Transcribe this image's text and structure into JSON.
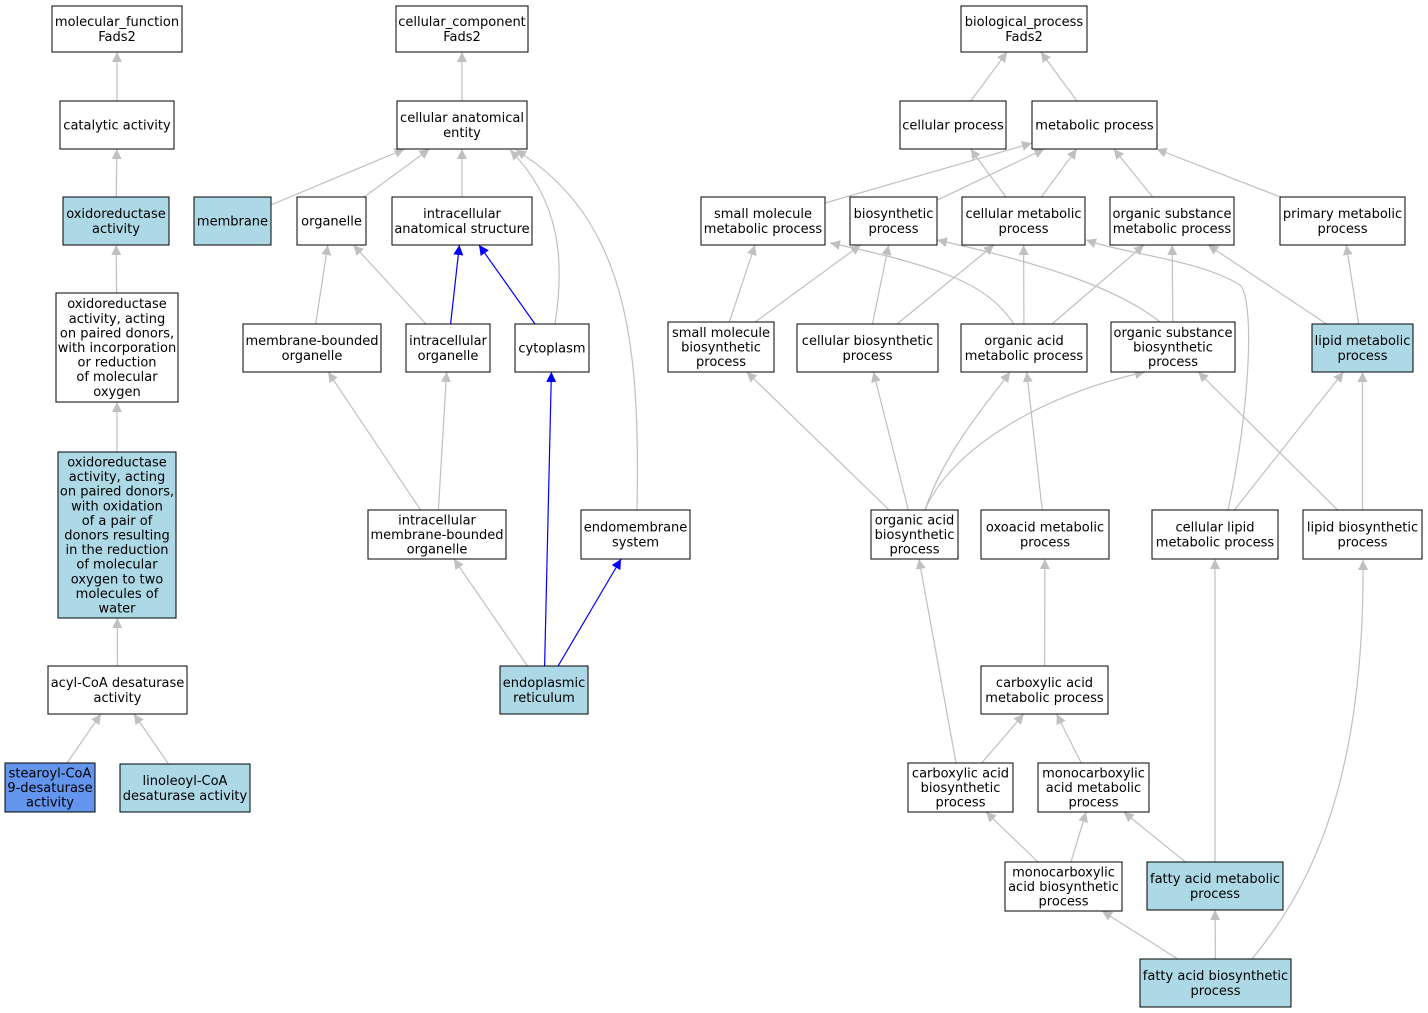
{
  "colors": {
    "node_default": "#ffffff",
    "node_highlight": "#add8e6",
    "node_selected": "#6495ed",
    "edge_default": "#c0c0c0",
    "edge_highlight": "#0000ff"
  },
  "nodes": [
    {
      "id": "mf",
      "label": [
        "molecular_function",
        "Fads2"
      ],
      "color": "default"
    },
    {
      "id": "catalytic",
      "label": [
        "catalytic activity"
      ],
      "color": "default"
    },
    {
      "id": "oxidoreductase",
      "label": [
        "oxidoreductase",
        "activity"
      ],
      "color": "highlight"
    },
    {
      "id": "oxido_paired",
      "label": [
        "oxidoreductase",
        "activity, acting",
        "on paired donors,",
        "with incorporation",
        "or reduction",
        "of molecular",
        "oxygen"
      ],
      "color": "default"
    },
    {
      "id": "oxido_water",
      "label": [
        "oxidoreductase",
        "activity, acting",
        "on paired donors,",
        "with oxidation",
        "of a pair of",
        "donors resulting",
        "in the reduction",
        "of molecular",
        "oxygen to two",
        "molecules of",
        "water"
      ],
      "color": "highlight"
    },
    {
      "id": "acylcoa",
      "label": [
        "acyl-CoA desaturase",
        "activity"
      ],
      "color": "default"
    },
    {
      "id": "stearoyl",
      "label": [
        "stearoyl-CoA",
        "9-desaturase",
        "activity"
      ],
      "color": "selected"
    },
    {
      "id": "linoleoyl",
      "label": [
        "linoleoyl-CoA",
        "desaturase activity"
      ],
      "color": "highlight"
    },
    {
      "id": "cc",
      "label": [
        "cellular_component",
        "Fads2"
      ],
      "color": "default"
    },
    {
      "id": "cae",
      "label": [
        "cellular anatomical",
        "entity"
      ],
      "color": "default"
    },
    {
      "id": "membrane",
      "label": [
        "membrane"
      ],
      "color": "highlight"
    },
    {
      "id": "organelle",
      "label": [
        "organelle"
      ],
      "color": "default"
    },
    {
      "id": "ias",
      "label": [
        "intracellular",
        "anatomical structure"
      ],
      "color": "default"
    },
    {
      "id": "mbo",
      "label": [
        "membrane-bounded",
        "organelle"
      ],
      "color": "default"
    },
    {
      "id": "io",
      "label": [
        "intracellular",
        "organelle"
      ],
      "color": "default"
    },
    {
      "id": "cytoplasm",
      "label": [
        "cytoplasm"
      ],
      "color": "default"
    },
    {
      "id": "imbo",
      "label": [
        "intracellular",
        "membrane-bounded",
        "organelle"
      ],
      "color": "default"
    },
    {
      "id": "endomembrane",
      "label": [
        "endomembrane",
        "system"
      ],
      "color": "default"
    },
    {
      "id": "er",
      "label": [
        "endoplasmic",
        "reticulum"
      ],
      "color": "highlight"
    },
    {
      "id": "bp",
      "label": [
        "biological_process",
        "Fads2"
      ],
      "color": "default"
    },
    {
      "id": "cellproc",
      "label": [
        "cellular process"
      ],
      "color": "default"
    },
    {
      "id": "metproc",
      "label": [
        "metabolic process"
      ],
      "color": "default"
    },
    {
      "id": "smmp",
      "label": [
        "small molecule",
        "metabolic process"
      ],
      "color": "default"
    },
    {
      "id": "biosyn",
      "label": [
        "biosynthetic",
        "process"
      ],
      "color": "default"
    },
    {
      "id": "cmp",
      "label": [
        "cellular metabolic",
        "process"
      ],
      "color": "default"
    },
    {
      "id": "osmp",
      "label": [
        "organic substance",
        "metabolic process"
      ],
      "color": "default"
    },
    {
      "id": "pmp",
      "label": [
        "primary metabolic",
        "process"
      ],
      "color": "default"
    },
    {
      "id": "smbp",
      "label": [
        "small molecule",
        "biosynthetic",
        "process"
      ],
      "color": "default"
    },
    {
      "id": "cbp",
      "label": [
        "cellular biosynthetic",
        "process"
      ],
      "color": "default"
    },
    {
      "id": "oamp",
      "label": [
        "organic acid",
        "metabolic process"
      ],
      "color": "default"
    },
    {
      "id": "osbp",
      "label": [
        "organic substance",
        "biosynthetic",
        "process"
      ],
      "color": "default"
    },
    {
      "id": "lmp",
      "label": [
        "lipid metabolic",
        "process"
      ],
      "color": "highlight"
    },
    {
      "id": "oabp",
      "label": [
        "organic acid",
        "biosynthetic",
        "process"
      ],
      "color": "default"
    },
    {
      "id": "oxamp",
      "label": [
        "oxoacid metabolic",
        "process"
      ],
      "color": "default"
    },
    {
      "id": "clmp",
      "label": [
        "cellular lipid",
        "metabolic process"
      ],
      "color": "default"
    },
    {
      "id": "lbp",
      "label": [
        "lipid biosynthetic",
        "process"
      ],
      "color": "default"
    },
    {
      "id": "camp",
      "label": [
        "carboxylic acid",
        "metabolic process"
      ],
      "color": "default"
    },
    {
      "id": "cabp",
      "label": [
        "carboxylic acid",
        "biosynthetic",
        "process"
      ],
      "color": "default"
    },
    {
      "id": "mcamp",
      "label": [
        "monocarboxylic",
        "acid metabolic",
        "process"
      ],
      "color": "default"
    },
    {
      "id": "mcabp",
      "label": [
        "monocarboxylic",
        "acid biosynthetic",
        "process"
      ],
      "color": "default"
    },
    {
      "id": "famp",
      "label": [
        "fatty acid metabolic",
        "process"
      ],
      "color": "highlight"
    },
    {
      "id": "fabp",
      "label": [
        "fatty acid biosynthetic",
        "process"
      ],
      "color": "highlight"
    }
  ],
  "edges": [
    {
      "from": "catalytic",
      "to": "mf",
      "color": "default"
    },
    {
      "from": "oxidoreductase",
      "to": "catalytic",
      "color": "default"
    },
    {
      "from": "oxido_paired",
      "to": "oxidoreductase",
      "color": "default"
    },
    {
      "from": "oxido_water",
      "to": "oxido_paired",
      "color": "default"
    },
    {
      "from": "acylcoa",
      "to": "oxido_water",
      "color": "default"
    },
    {
      "from": "stearoyl",
      "to": "acylcoa",
      "color": "default"
    },
    {
      "from": "linoleoyl",
      "to": "acylcoa",
      "color": "default"
    },
    {
      "from": "cae",
      "to": "cc",
      "color": "default"
    },
    {
      "from": "membrane",
      "to": "cae",
      "color": "default"
    },
    {
      "from": "organelle",
      "to": "cae",
      "color": "default"
    },
    {
      "from": "ias",
      "to": "cae",
      "color": "default"
    },
    {
      "from": "cytoplasm",
      "to": "cae",
      "color": "default"
    },
    {
      "from": "endomembrane",
      "to": "cae",
      "color": "default"
    },
    {
      "from": "mbo",
      "to": "organelle",
      "color": "default"
    },
    {
      "from": "io",
      "to": "organelle",
      "color": "default"
    },
    {
      "from": "io",
      "to": "ias",
      "color": "highlight"
    },
    {
      "from": "cytoplasm",
      "to": "ias",
      "color": "highlight"
    },
    {
      "from": "imbo",
      "to": "mbo",
      "color": "default"
    },
    {
      "from": "imbo",
      "to": "io",
      "color": "default"
    },
    {
      "from": "er",
      "to": "imbo",
      "color": "default"
    },
    {
      "from": "er",
      "to": "cytoplasm",
      "color": "highlight"
    },
    {
      "from": "er",
      "to": "endomembrane",
      "color": "highlight"
    },
    {
      "from": "cellproc",
      "to": "bp",
      "color": "default"
    },
    {
      "from": "metproc",
      "to": "bp",
      "color": "default"
    },
    {
      "from": "smmp",
      "to": "metproc",
      "color": "default"
    },
    {
      "from": "biosyn",
      "to": "metproc",
      "color": "default"
    },
    {
      "from": "cmp",
      "to": "metproc",
      "color": "default"
    },
    {
      "from": "cmp",
      "to": "cellproc",
      "color": "default"
    },
    {
      "from": "osmp",
      "to": "metproc",
      "color": "default"
    },
    {
      "from": "pmp",
      "to": "metproc",
      "color": "default"
    },
    {
      "from": "smbp",
      "to": "smmp",
      "color": "default"
    },
    {
      "from": "smbp",
      "to": "biosyn",
      "color": "default"
    },
    {
      "from": "cbp",
      "to": "biosyn",
      "color": "default"
    },
    {
      "from": "cbp",
      "to": "cmp",
      "color": "default"
    },
    {
      "from": "oamp",
      "to": "cmp",
      "color": "default"
    },
    {
      "from": "oamp",
      "to": "osmp",
      "color": "default"
    },
    {
      "from": "oamp",
      "to": "smmp",
      "color": "default"
    },
    {
      "from": "osbp",
      "to": "osmp",
      "color": "default"
    },
    {
      "from": "osbp",
      "to": "biosyn",
      "color": "default"
    },
    {
      "from": "lmp",
      "to": "pmp",
      "color": "default"
    },
    {
      "from": "lmp",
      "to": "osmp",
      "color": "default"
    },
    {
      "from": "oabp",
      "to": "smbp",
      "color": "default"
    },
    {
      "from": "oabp",
      "to": "cbp",
      "color": "default"
    },
    {
      "from": "oabp",
      "to": "oamp",
      "color": "default"
    },
    {
      "from": "oabp",
      "to": "osbp",
      "color": "default"
    },
    {
      "from": "oxamp",
      "to": "oamp",
      "color": "default"
    },
    {
      "from": "clmp",
      "to": "lmp",
      "color": "default"
    },
    {
      "from": "clmp",
      "to": "cmp",
      "color": "default"
    },
    {
      "from": "lbp",
      "to": "lmp",
      "color": "default"
    },
    {
      "from": "lbp",
      "to": "osbp",
      "color": "default"
    },
    {
      "from": "camp",
      "to": "oxamp",
      "color": "default"
    },
    {
      "from": "cabp",
      "to": "camp",
      "color": "default"
    },
    {
      "from": "cabp",
      "to": "oabp",
      "color": "default"
    },
    {
      "from": "mcamp",
      "to": "camp",
      "color": "default"
    },
    {
      "from": "mcabp",
      "to": "cabp",
      "color": "default"
    },
    {
      "from": "mcabp",
      "to": "mcamp",
      "color": "default"
    },
    {
      "from": "famp",
      "to": "mcamp",
      "color": "default"
    },
    {
      "from": "famp",
      "to": "clmp",
      "color": "default"
    },
    {
      "from": "fabp",
      "to": "famp",
      "color": "default"
    },
    {
      "from": "fabp",
      "to": "mcabp",
      "color": "default"
    },
    {
      "from": "fabp",
      "to": "lbp",
      "color": "default"
    }
  ]
}
